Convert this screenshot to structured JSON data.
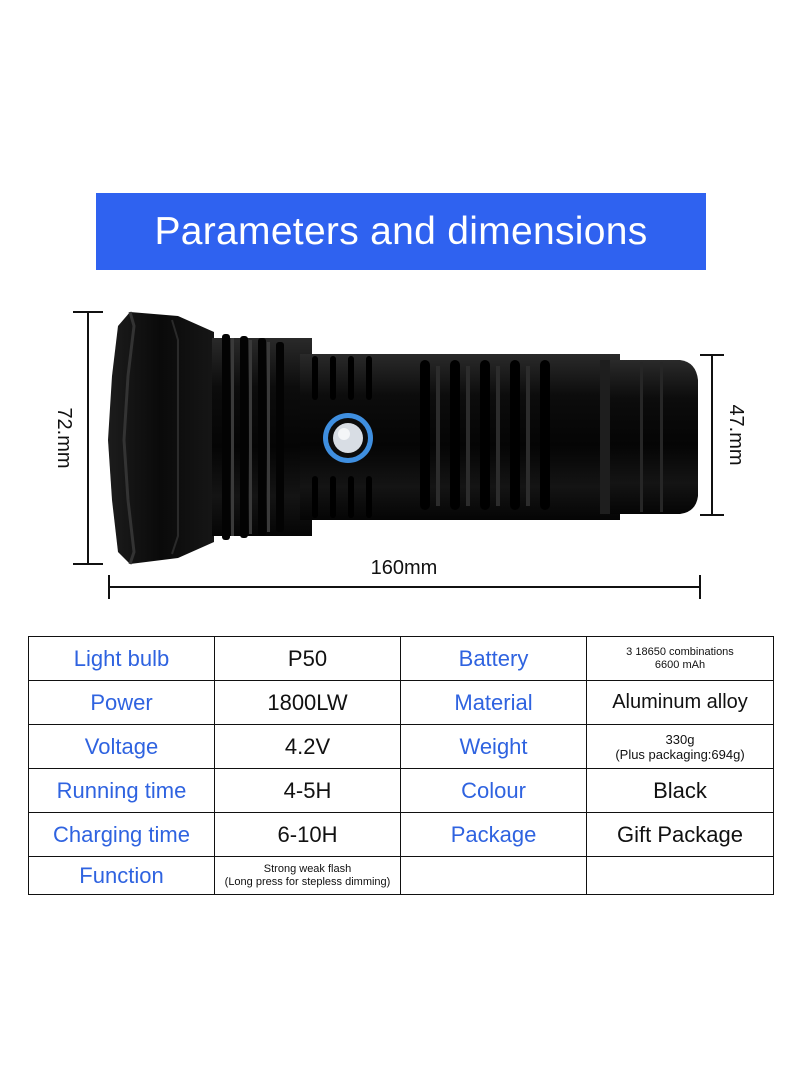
{
  "title": "Parameters and dimensions",
  "dimensions": {
    "height": "72.mm",
    "tail_diameter": "47.mm",
    "length": "160mm"
  },
  "specs": {
    "rows": [
      {
        "label1": "Light bulb",
        "value1": "P50",
        "label2": "Battery",
        "value2_line1": "3 18650 combinations",
        "value2_line2": "6600 mAh"
      },
      {
        "label1": "Power",
        "value1": "1800LW",
        "label2": "Material",
        "value2": "Aluminum alloy"
      },
      {
        "label1": "Voltage",
        "value1": "4.2V",
        "label2": "Weight",
        "value2_line1": "330g",
        "value2_line2": "(Plus packaging:694g)"
      },
      {
        "label1": "Running time",
        "value1": "4-5H",
        "label2": "Colour",
        "value2": "Black"
      },
      {
        "label1": "Charging time",
        "value1": "6-10H",
        "label2": "Package",
        "value2": "Gift Package"
      },
      {
        "label1": "Function",
        "value1_line1": "Strong weak flash",
        "value1_line2": "(Long press for stepless dimming)",
        "label2": "",
        "value2": ""
      }
    ]
  },
  "colors": {
    "banner": "#2f62f0",
    "label_text": "#2f63e0",
    "button_ring": "#3f8fe0"
  }
}
